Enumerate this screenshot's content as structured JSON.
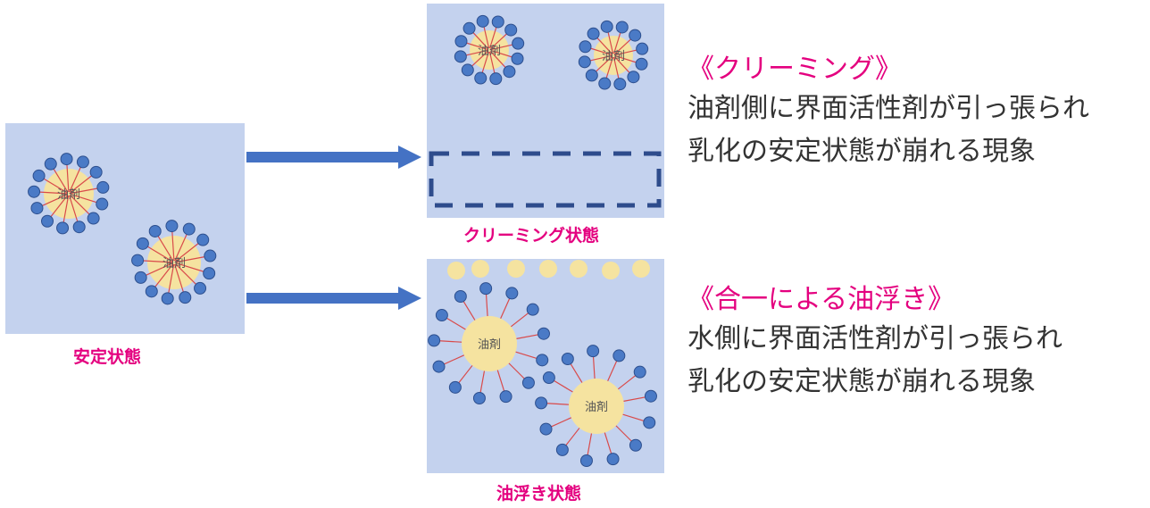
{
  "panels": {
    "stable": {
      "caption": "安定状態"
    },
    "creaming": {
      "caption": "クリーミング状態"
    },
    "oil_floating": {
      "caption": "油浮き状態"
    }
  },
  "oil_label": "油剤",
  "sections": {
    "creaming": {
      "heading": "《クリーミング》",
      "line1": "油剤側に界面活性剤が引っ張られ",
      "line2": "乳化の安定状態が崩れる現象"
    },
    "oil_floating": {
      "heading": "《合一による油浮き》",
      "line1": "水側に界面活性剤が引っ張られ",
      "line2": "乳化の安定状態が崩れる現象"
    }
  },
  "colors": {
    "panel_bg": "#c4d2ee",
    "accent": "#e4007f",
    "arrow": "#4472c4",
    "oil": "#f5e3a0",
    "surfactant_head": "#4a7ac6",
    "surfactant_tail": "#d94a4a"
  }
}
